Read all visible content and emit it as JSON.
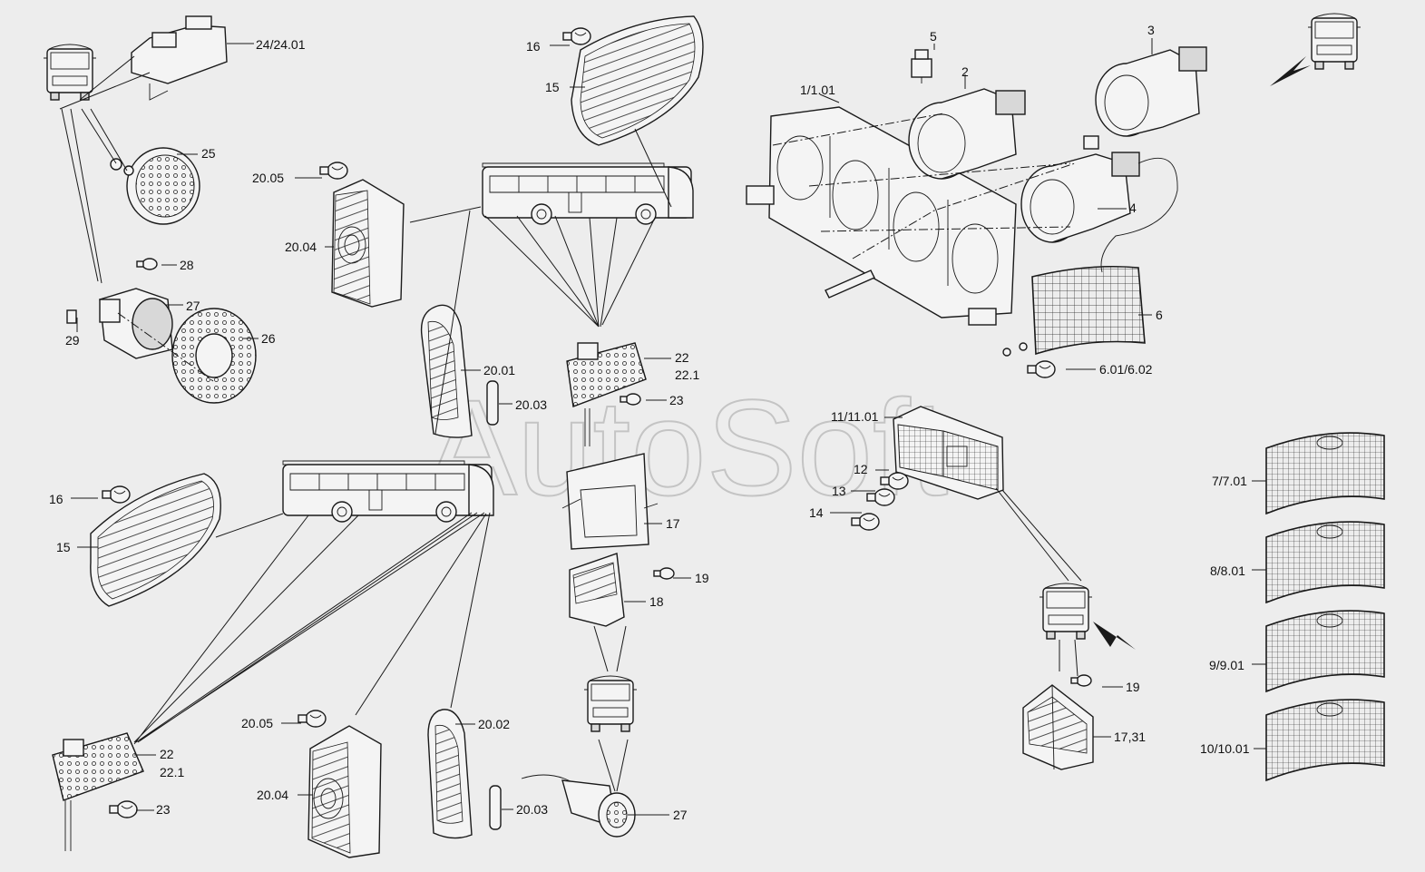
{
  "watermark": "AutoSoft",
  "labels": {
    "l_24_24_01": "24/24.01",
    "l_25": "25",
    "l_28": "28",
    "l_27_top": "27",
    "l_29": "29",
    "l_26": "26",
    "l_16_top": "16",
    "l_15_top": "15",
    "l_20_05_top": "20.05",
    "l_20_04_top": "20.04",
    "l_20_01": "20.01",
    "l_20_03_top": "20.03",
    "l_22_mid": "22",
    "l_22_1_mid": "22.1",
    "l_23_mid": "23",
    "l_16_left": "16",
    "l_15_left": "15",
    "l_17": "17",
    "l_19_mid": "19",
    "l_18": "18",
    "l_22_bot": "22",
    "l_22_1_bot": "22.1",
    "l_23_bot": "23",
    "l_20_05_bot": "20.05",
    "l_20_04_bot": "20.04",
    "l_20_02": "20.02",
    "l_20_03_bot": "20.03",
    "l_27_bot": "27",
    "l_1_1_01": "1/1.01",
    "l_5": "5",
    "l_2": "2",
    "l_3": "3",
    "l_4": "4",
    "l_6": "6",
    "l_6_01_6_02": "6.01/6.02",
    "l_11_11_01": "11/11.01",
    "l_12": "12",
    "l_13": "13",
    "l_14": "14",
    "l_19_right": "19",
    "l_17_31": "17,31",
    "l_7_7_01": "7/7.01",
    "l_8_8_01": "8/8.01",
    "l_9_9_01": "9/9.01",
    "l_10_10_01": "10/10.01"
  }
}
